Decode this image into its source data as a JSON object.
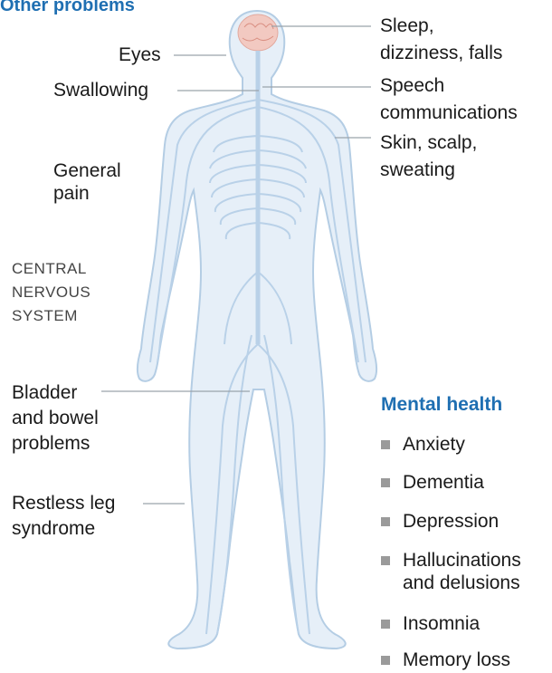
{
  "title": "Other problems",
  "labels": {
    "eyes": "Eyes",
    "swallowing": "Swallowing",
    "general_pain": [
      "General",
      "pain"
    ],
    "cns": [
      "CENTRAL",
      "NERVOUS",
      "SYSTEM"
    ],
    "bladder": [
      "Bladder",
      "and bowel",
      "problems"
    ],
    "restless": [
      "Restless leg",
      "syndrome"
    ],
    "sleep": [
      "Sleep,",
      "dizziness, falls"
    ],
    "speech": [
      "Speech",
      "communications"
    ],
    "skin": [
      "Skin, scalp,",
      "sweating"
    ]
  },
  "mental_health": {
    "title": "Mental health",
    "items": [
      [
        "Anxiety"
      ],
      [
        "Dementia"
      ],
      [
        "Depression"
      ],
      [
        "Hallucinations",
        "and delusions"
      ],
      [
        "Insomnia"
      ],
      [
        "Memory loss"
      ]
    ]
  },
  "colors": {
    "title_blue": "#1f6fb2",
    "body_fill": "#e6eff8",
    "body_stroke": "#b4cde4",
    "nerve": "#b9d1e8",
    "brain": "#f2c9c1",
    "leader": "#9aa3ab",
    "bullet": "#9a9a9a"
  }
}
